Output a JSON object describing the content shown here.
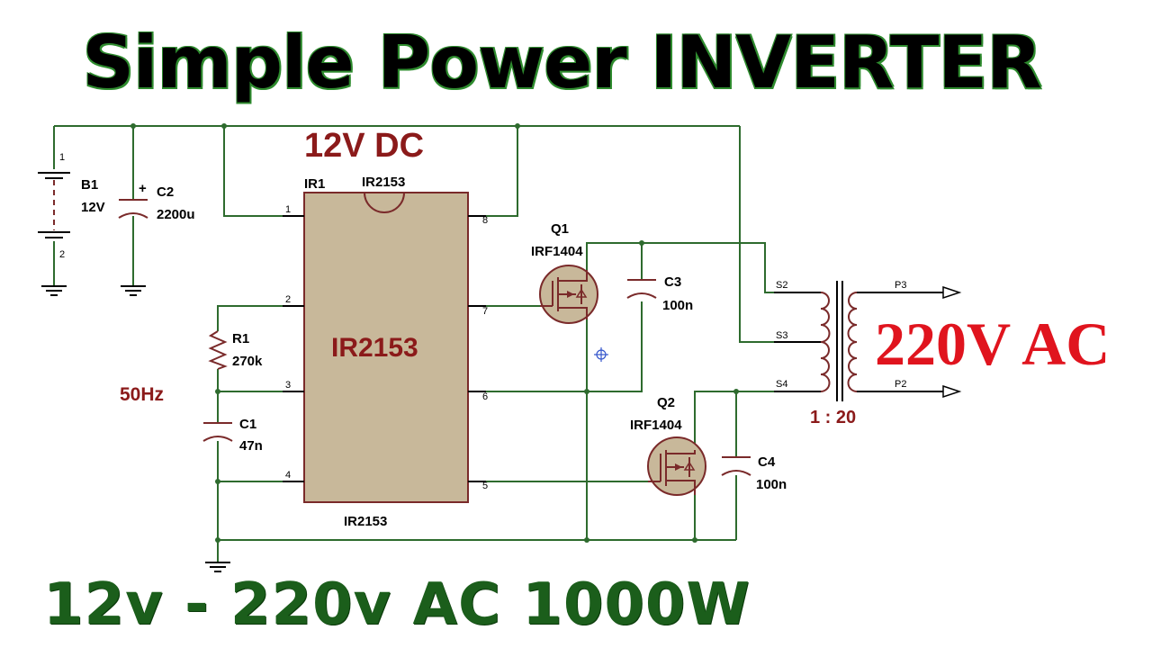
{
  "title": "Simple Power INVERTER",
  "subtitle": "12v - 220v AC  1000W",
  "supply_label": "12V DC",
  "output_label": "220V AC",
  "frequency_label": "50Hz",
  "transformer_ratio": "1 : 20",
  "components": {
    "battery": {
      "ref": "B1",
      "value": "12V"
    },
    "c2": {
      "ref": "C2",
      "value": "2200u"
    },
    "r1": {
      "ref": "R1",
      "value": "270k"
    },
    "c1": {
      "ref": "C1",
      "value": "47n"
    },
    "ic": {
      "ref": "IR1",
      "part_top": "IR2153",
      "part_center": "IR2153",
      "part_bottom": "IR2153"
    },
    "q1": {
      "ref": "Q1",
      "part": "IRF1404"
    },
    "q2": {
      "ref": "Q2",
      "part": "IRF1404"
    },
    "c3": {
      "ref": "C3",
      "value": "100n"
    },
    "c4": {
      "ref": "C4",
      "value": "100n"
    }
  },
  "ic_pins": [
    "1",
    "2",
    "3",
    "4",
    "5",
    "6",
    "7",
    "8"
  ],
  "battery_pins": [
    "1",
    "2"
  ],
  "transformer_pins": {
    "s2": "S2",
    "s3": "S3",
    "s4": "S4",
    "p3": "P3",
    "p2": "P2"
  },
  "colors": {
    "wire": "#2e6b2e",
    "component": "#7a2a2a",
    "body": "#c8b89a",
    "accent_red": "#e0141e",
    "label_dark_red": "#8b1a1a"
  }
}
